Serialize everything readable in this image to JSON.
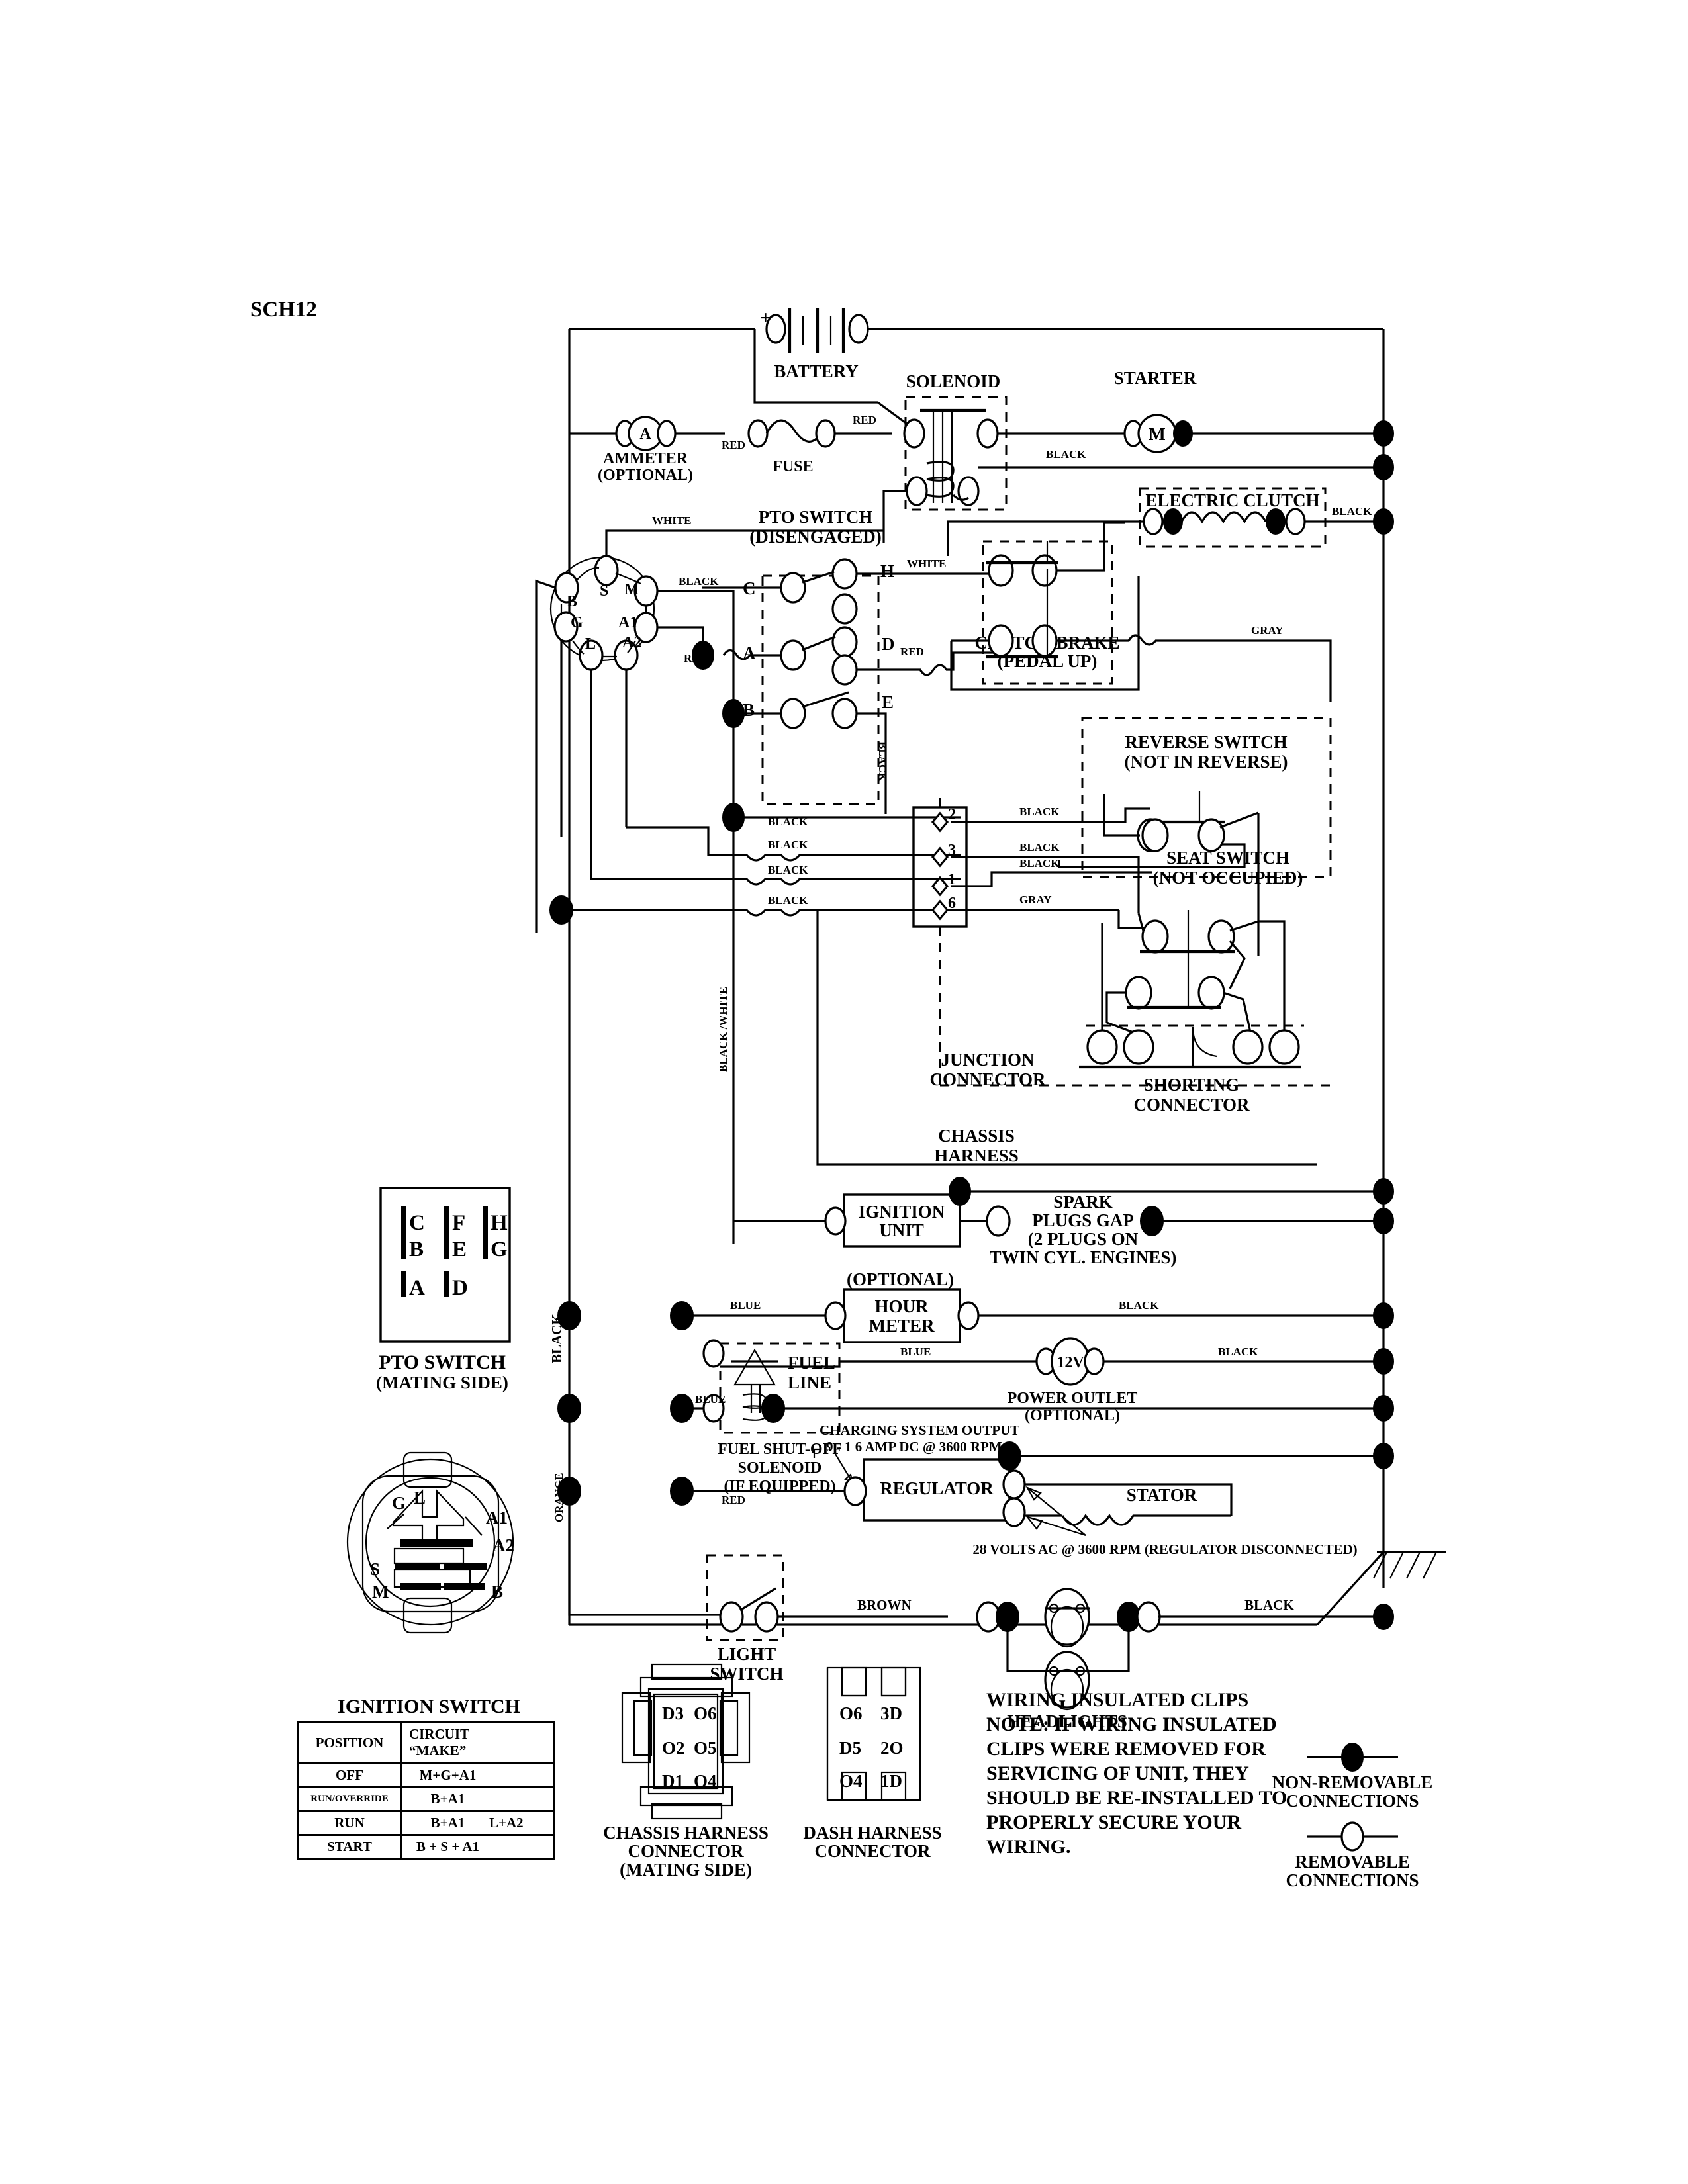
{
  "sheet": {
    "code": "SCH12"
  },
  "components": {
    "battery": "BATTERY",
    "battery_plus": "+",
    "battery_minus": "-",
    "ammeter": "AMMETER",
    "ammeter_note": "(OPTIONAL)",
    "ammeter_symbol": "A",
    "fuse": "FUSE",
    "solenoid": "SOLENOID",
    "starter": "STARTER",
    "starter_symbol": "M",
    "electric_clutch": "ELECTRIC CLUTCH",
    "pto_switch": "PTO SWITCH",
    "pto_switch_state": "(DISENGAGED)",
    "clutch_brake": "CLUTCH/BRAKE",
    "clutch_brake_state": "(PEDAL UP)",
    "reverse_switch": "REVERSE SWITCH",
    "reverse_switch_state": "(NOT IN REVERSE)",
    "seat_switch": "SEAT SWITCH",
    "seat_switch_state": "(NOT OCCUPIED)",
    "shorting_connector_l1": "SHORTING",
    "shorting_connector_l2": "CONNECTOR",
    "junction_connector_l1": "JUNCTION",
    "junction_connector_l2": "CONNECTOR",
    "chassis_harness_l1": "CHASSIS",
    "chassis_harness_l2": "HARNESS",
    "ignition_unit_l1": "IGNITION",
    "ignition_unit_l2": "UNIT",
    "spark_plugs_l1": "SPARK",
    "spark_plugs_l2": "PLUGS GAP",
    "spark_plugs_l3": "(2 PLUGS ON",
    "spark_plugs_l4": "TWIN CYL. ENGINES)",
    "hour_meter_optional": "(OPTIONAL)",
    "hour_meter_l1": "HOUR",
    "hour_meter_l2": "METER",
    "fuel_line_l1": "FUEL",
    "fuel_line_l2": "LINE",
    "fuel_shutoff_l1": "FUEL SHUT-OFF",
    "fuel_shutoff_l2": "SOLENOID",
    "fuel_shutoff_l3": "(IF EQUIPPED)",
    "power_outlet_value": "12V",
    "power_outlet_l1": "POWER OUTLET",
    "power_outlet_l2": "(OPTIONAL)",
    "regulator": "REGULATOR",
    "stator": "STATOR",
    "light_switch_l1": "LIGHT",
    "light_switch_l2": "SWITCH",
    "headlights": "HEADLIGHTS",
    "charging_out_l1": "CHARGING SYSTEM OUTPUT",
    "charging_out_l2": "9 - 1 6 AMP DC @ 3600 RPM",
    "stator_voltage_note": "28 VOLTS AC @ 3600 RPM (REGULATOR DISCONNECTED)"
  },
  "wire_colors": {
    "red": "RED",
    "black": "BLACK",
    "white": "WHITE",
    "gray": "GRAY",
    "blue": "BLUE",
    "brown": "BROWN",
    "orange": "ORANGE",
    "black_white": "BLACK /WHITE"
  },
  "ignition_terminals": [
    "B",
    "S",
    "M",
    "A1",
    "A2",
    "G",
    "L"
  ],
  "pto_terminals_schematic": [
    "C",
    "H",
    "A",
    "D",
    "B",
    "E"
  ],
  "junction_pins": [
    "2",
    "3",
    "1",
    "6"
  ],
  "pto_mating": {
    "title": "PTO SWITCH",
    "subtitle": "(MATING SIDE)",
    "rows": [
      [
        "C",
        "F",
        "H"
      ],
      [
        "B",
        "E",
        "G"
      ],
      [
        "A",
        "D"
      ]
    ]
  },
  "ignition_switch_panel": {
    "title": "IGNITION SWITCH",
    "terminals": [
      "G",
      "L",
      "A1",
      "A2",
      "S",
      "M",
      "B"
    ],
    "table": {
      "headers": [
        "POSITION",
        "CIRCUIT",
        "“MAKE”"
      ],
      "rows": [
        {
          "position": "OFF",
          "circuit": "M+G+A1",
          "make": ""
        },
        {
          "position": "RUN/OVERRIDE",
          "circuit": "B+A1",
          "make": ""
        },
        {
          "position": "RUN",
          "circuit": "B+A1",
          "make": "L+A2"
        },
        {
          "position": "START",
          "circuit": "B + S + A1",
          "make": ""
        }
      ]
    }
  },
  "chassis_connector": {
    "title_l1": "CHASSIS HARNESS",
    "title_l2": "CONNECTOR",
    "title_l3": "(MATING SIDE)",
    "pins": [
      "D3",
      "O6",
      "O2",
      "O5",
      "D1",
      "O4"
    ]
  },
  "dash_connector": {
    "title_l1": "DASH HARNESS",
    "title_l2": "CONNECTOR",
    "pins": [
      "O6",
      "3D",
      "D5",
      "2O",
      "O4",
      "1D"
    ]
  },
  "note": {
    "heading": "WIRING INSULATED CLIPS",
    "lines": [
      "NOTE:  IF WIRING INSULATED",
      "CLIPS WERE REMOVED FOR",
      "SERVICING OF UNIT, THEY",
      "SHOULD BE RE-INSTALLED TO",
      "PROPERLY SECURE YOUR",
      "WIRING."
    ]
  },
  "legend": {
    "non_removable_l1": "NON-REMOVABLE",
    "non_removable_l2": "CONNECTIONS",
    "removable_l1": "REMOVABLE",
    "removable_l2": "CONNECTIONS"
  }
}
